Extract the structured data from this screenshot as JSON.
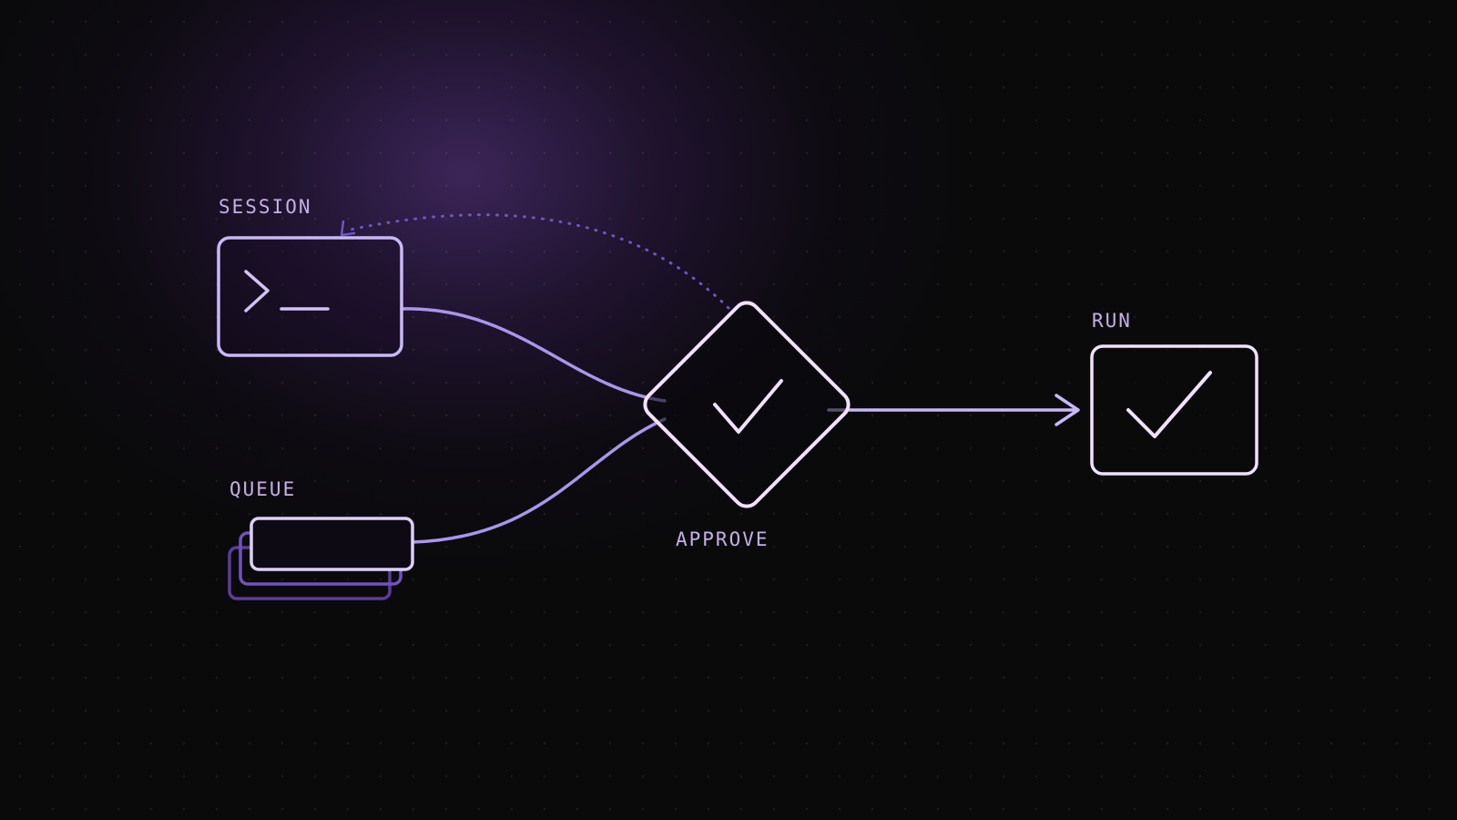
{
  "nodes": {
    "session": {
      "label": "SESSION",
      "icon": "terminal-prompt-icon"
    },
    "queue": {
      "label": "QUEUE",
      "icon": "stacked-cards-icon"
    },
    "approve": {
      "label": "APPROVE",
      "icon": "checkmark-icon"
    },
    "run": {
      "label": "RUN",
      "icon": "checkmark-icon"
    }
  },
  "edges": [
    {
      "from": "session",
      "to": "approve",
      "style": "solid"
    },
    {
      "from": "queue",
      "to": "approve",
      "style": "solid"
    },
    {
      "from": "approve",
      "to": "run",
      "style": "solid-arrow"
    },
    {
      "from": "approve",
      "to": "session",
      "style": "dotted-arrow"
    }
  ],
  "colors": {
    "background": "#0a0a0b",
    "glow": "#4a2c6e",
    "label": "#c4b0e6",
    "lavender_stroke": "#c9b8f8",
    "pale_stroke": "#f0e2fa",
    "edge": "#a896ec",
    "dotted_edge": "#6f55c2",
    "queue_back": "#6a4ab8"
  }
}
